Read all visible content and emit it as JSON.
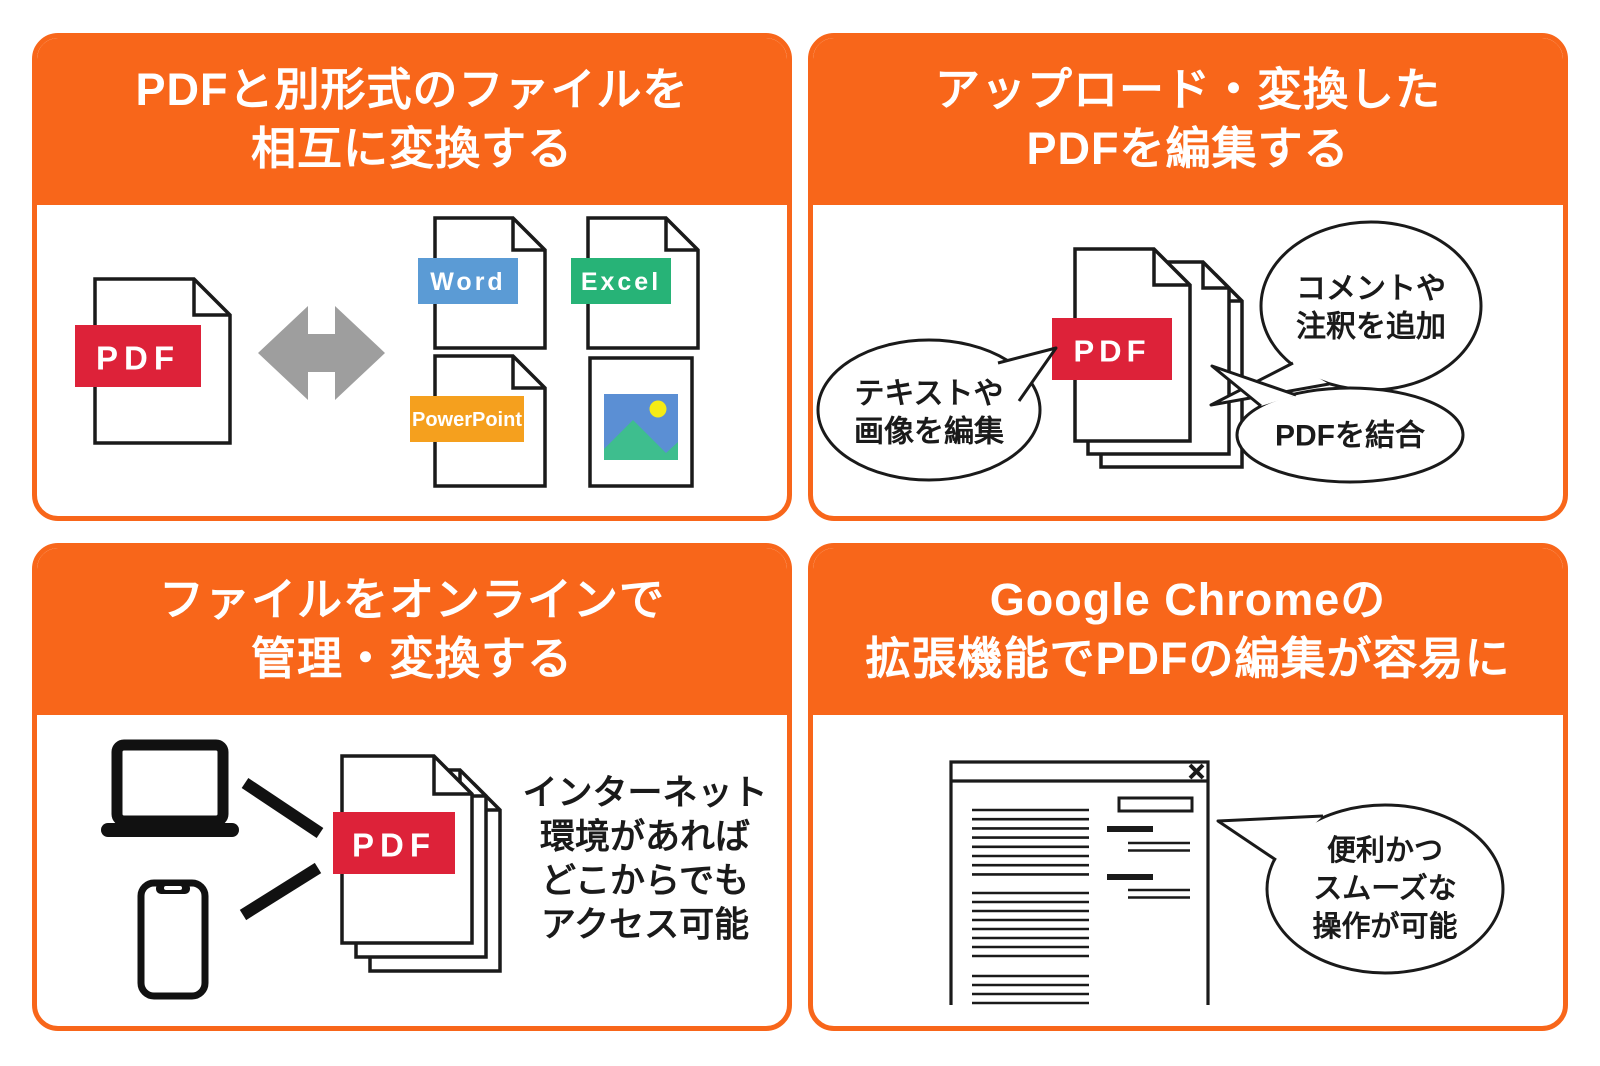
{
  "colors": {
    "accent_orange": "#F8661A",
    "pdf_red": "#DD2239",
    "word_blue": "#5B9BD5",
    "excel_green": "#27B377",
    "powerpoint_orange": "#F5A01E",
    "image_blue": "#5B8FD4",
    "mountain_green": "#3EBE8E",
    "sun_yellow": "#F5EB16",
    "arrow_gray": "#9E9E9E",
    "ink": "#1a1a1a"
  },
  "panels": {
    "convert": {
      "title_line1": "PDFと別形式のファイルを",
      "title_line2": "相互に変換する",
      "pdf_label": "PDF",
      "word_label": "Word",
      "excel_label": "Excel",
      "powerpoint_label": "PowerPoint"
    },
    "edit": {
      "title_line1": "アップロード・変換した",
      "title_line2": "PDFを編集する",
      "pdf_label": "PDF",
      "bubble_left_line1": "テキストや",
      "bubble_left_line2": "画像を編集",
      "bubble_top_right_line1": "コメントや",
      "bubble_top_right_line2": "注釈を追加",
      "bubble_bottom_right": "PDFを結合"
    },
    "online": {
      "title_line1": "ファイルをオンラインで",
      "title_line2": "管理・変換する",
      "pdf_label": "PDF",
      "caption_line1": "インターネット",
      "caption_line2": "環境があれば",
      "caption_line3": "どこからでも",
      "caption_line4": "アクセス可能"
    },
    "chrome": {
      "title_line1": "Google Chromeの",
      "title_line2": "拡張機能でPDFの編集が容易に",
      "bubble_line1": "便利かつ",
      "bubble_line2": "スムーズな",
      "bubble_line3": "操作が可能"
    }
  }
}
